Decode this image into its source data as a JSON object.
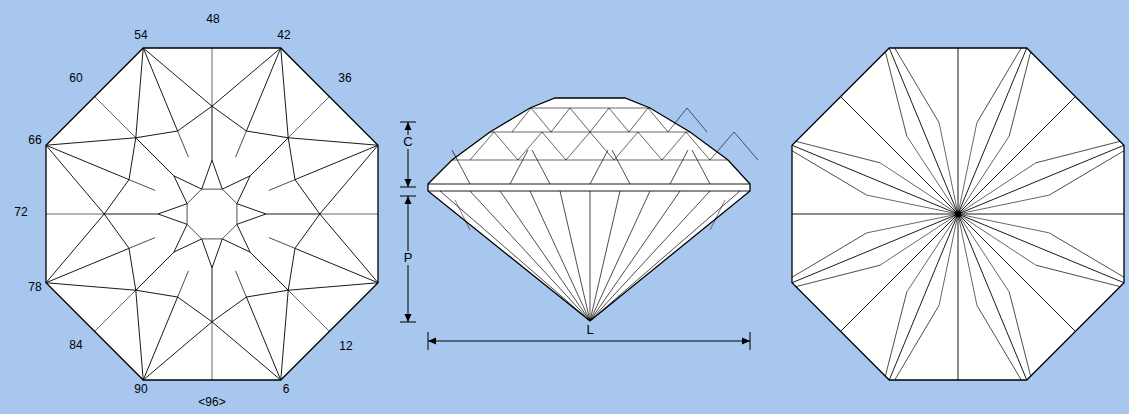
{
  "diagram": {
    "labels": [
      "48",
      "54",
      "42",
      "60",
      "36",
      "66",
      "72",
      "78",
      "84",
      "12",
      "90",
      "6",
      "<96>",
      "C",
      "P",
      "L"
    ]
  }
}
